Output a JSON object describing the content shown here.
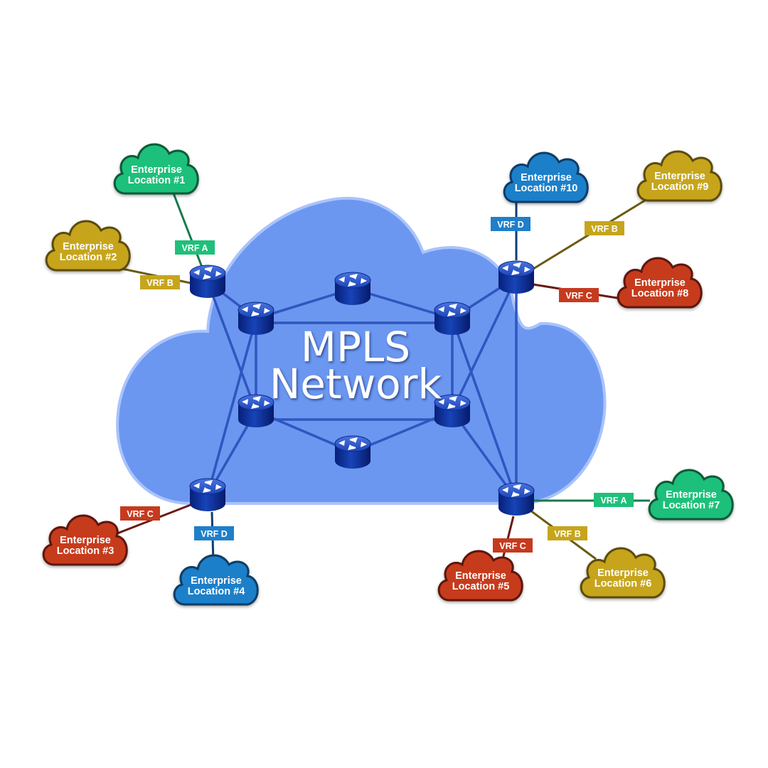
{
  "title": {
    "line1": "MPLS",
    "line2": "Network"
  },
  "colors": {
    "cloud_fill": "#6b97f0",
    "cloud_edge": "#a9c3fb",
    "backbone_line": "#2f56c0",
    "router_top": "#2c55c7",
    "router_body": "#0d2f9a",
    "vrf_a": "#1ec07a",
    "vrf_b": "#c6a51d",
    "vrf_c": "#c63a1e",
    "vrf_d": "#1f7fc9"
  },
  "locations": [
    {
      "id": "loc1",
      "line1": "Enterprise",
      "line2": "Location #1",
      "vrf": "A"
    },
    {
      "id": "loc2",
      "line1": "Enterprise",
      "line2": "Location #2",
      "vrf": "B"
    },
    {
      "id": "loc3",
      "line1": "Enterprise",
      "line2": "Location #3",
      "vrf": "C"
    },
    {
      "id": "loc4",
      "line1": "Enterprise",
      "line2": "Location #4",
      "vrf": "D"
    },
    {
      "id": "loc5",
      "line1": "Enterprise",
      "line2": "Location #5",
      "vrf": "C"
    },
    {
      "id": "loc6",
      "line1": "Enterprise",
      "line2": "Location #6",
      "vrf": "B"
    },
    {
      "id": "loc7",
      "line1": "Enterprise",
      "line2": "Location #7",
      "vrf": "A"
    },
    {
      "id": "loc8",
      "line1": "Enterprise",
      "line2": "Location #8",
      "vrf": "C"
    },
    {
      "id": "loc9",
      "line1": "Enterprise",
      "line2": "Location #9",
      "vrf": "B"
    },
    {
      "id": "loc10",
      "line1": "Enterprise",
      "line2": "Location #10",
      "vrf": "D"
    }
  ],
  "vrf_labels": {
    "A": "VRF A",
    "B": "VRF B",
    "C": "VRF C",
    "D": "VRF D"
  },
  "routers": {
    "edge": [
      "edge-top-left",
      "edge-top-right",
      "edge-bottom-left",
      "edge-bottom-right"
    ],
    "core": [
      "core-upper-left",
      "core-top-center",
      "core-upper-right",
      "core-lower-left",
      "core-bottom-center",
      "core-lower-right"
    ]
  }
}
